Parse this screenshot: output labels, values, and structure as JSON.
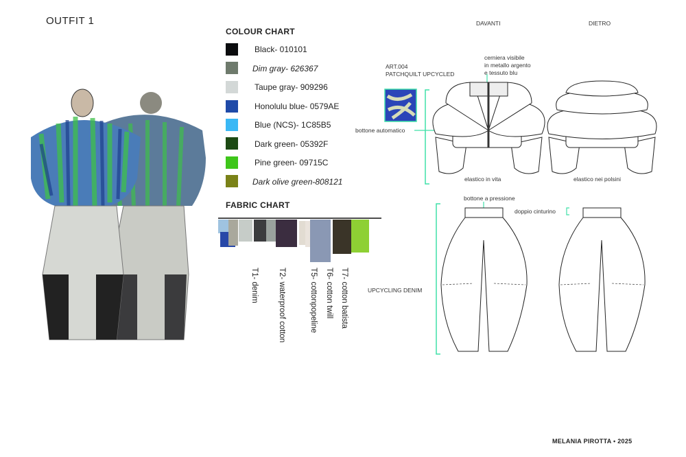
{
  "title": "OUTFIT 1",
  "colour_chart": {
    "heading": "COLOUR CHART",
    "items": [
      {
        "label": "Black- 010101",
        "color": "#0b0c0e",
        "italic": false
      },
      {
        "label": "Dim gray- 626367",
        "color": "#6e7a6c",
        "italic": true
      },
      {
        "label": "Taupe gray- 909296",
        "color": "#d3d8d7",
        "italic": false
      },
      {
        "label": "Honolulu blue- 0579AE",
        "color": "#1f4aa8",
        "italic": false
      },
      {
        "label": "Blue (NCS)- 1C85B5",
        "color": "#3ab8f5",
        "italic": false
      },
      {
        "label": "Dark green- 05392F",
        "color": "#1c4a14",
        "italic": false
      },
      {
        "label": "Pine green- 09715C",
        "color": "#3ec61a",
        "italic": false
      },
      {
        "label": "Dark olive green-808121",
        "color": "#7a8218",
        "italic": true
      }
    ]
  },
  "fabric_chart": {
    "heading": "FABRIC CHART",
    "labels": [
      "T1- denim",
      "T2- waterproof cotton",
      "T5- cottonpopeline",
      "T6- cotton twill",
      "T7- cotton batista"
    ]
  },
  "views": {
    "front": "DAVANTI",
    "back": "DIETRO"
  },
  "jacket": {
    "article_line1": "ART.004",
    "article_line2": "PATCHQUILT UPCYCLED",
    "zip_note_1": "cerniera visibile",
    "zip_note_2": "in metallo argento",
    "zip_note_3": "e tessuto blu",
    "button_note": "bottone automatico",
    "front_note": "elastico in vita",
    "back_note": "elastico nei polsini"
  },
  "pants": {
    "button_note": "bottone a pressione",
    "belt_note": "doppio cinturino",
    "material_note": "UPCYCLING DENIM"
  },
  "footer": "MELANIA PIROTTA • 2025",
  "accent_color": "#3fe0a8"
}
